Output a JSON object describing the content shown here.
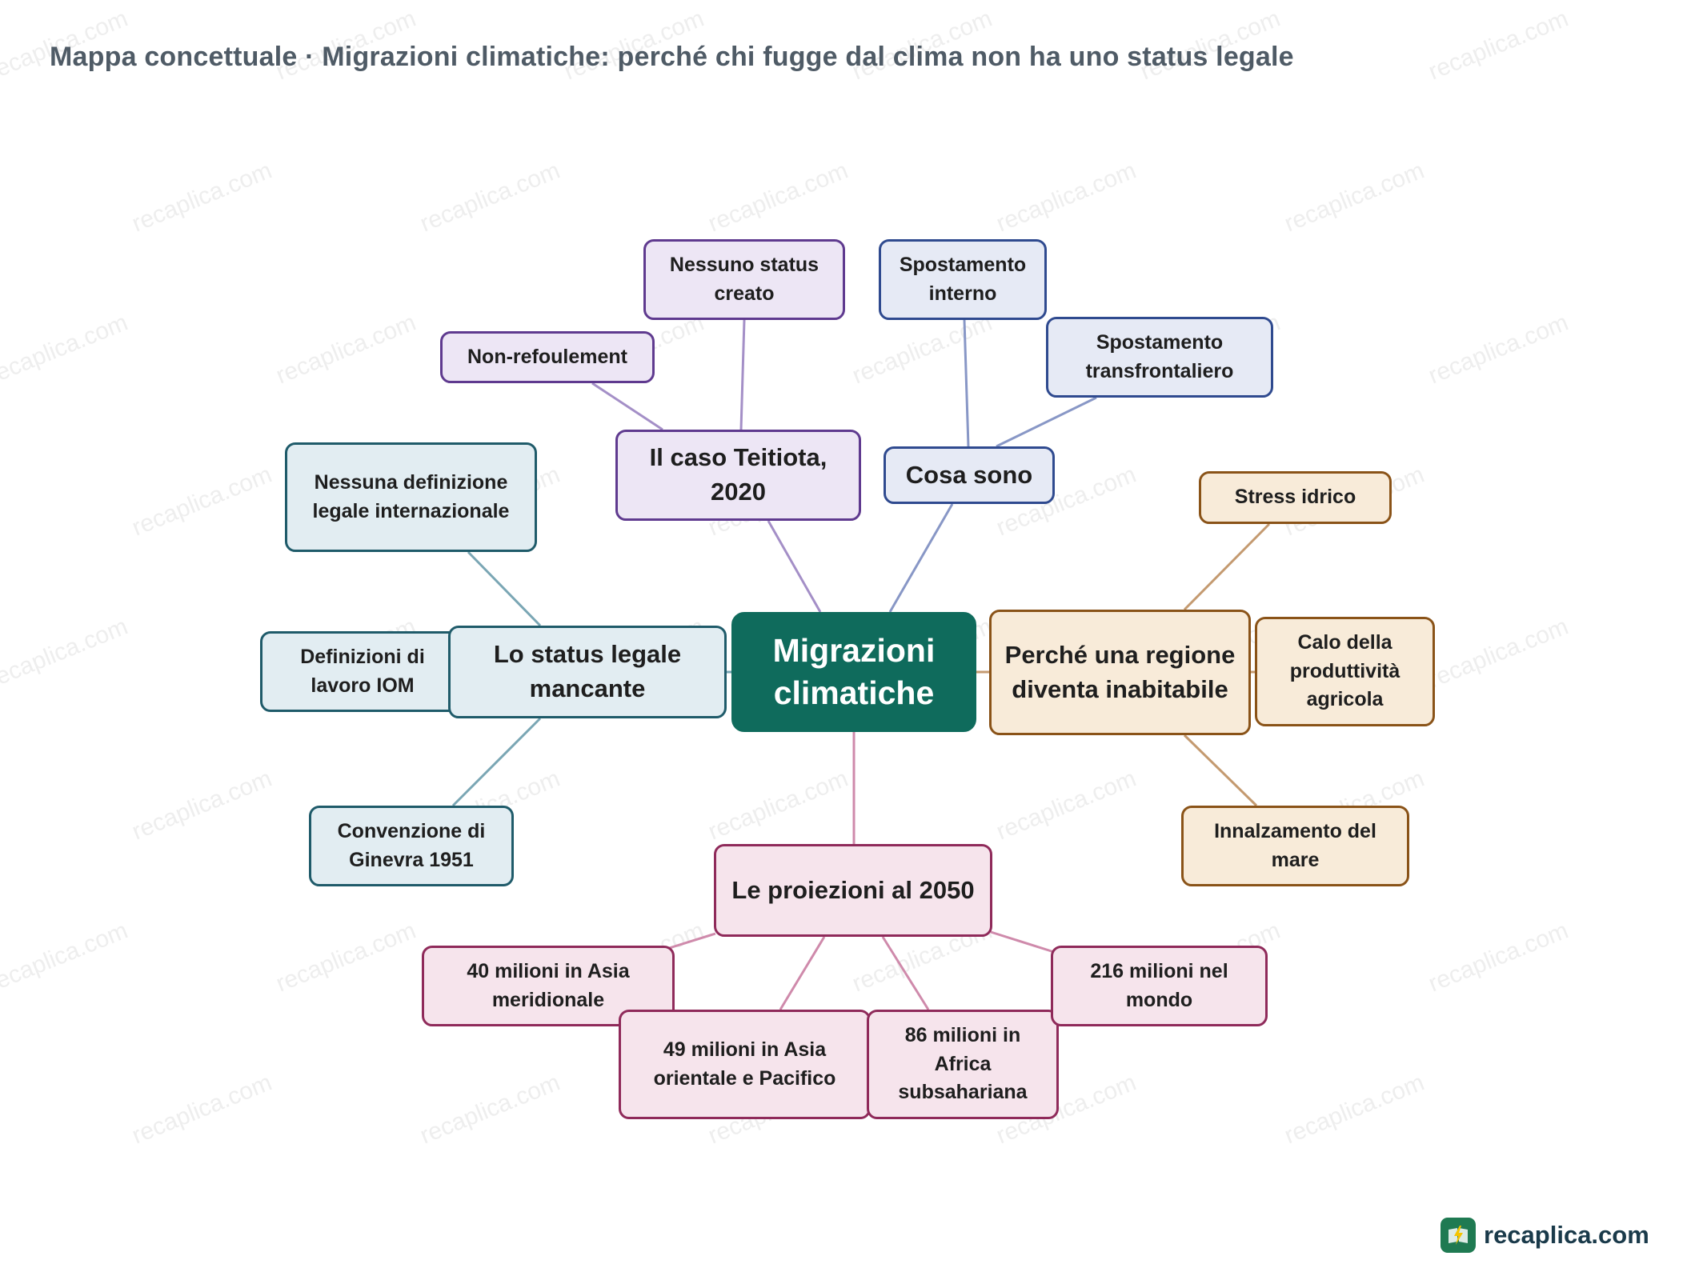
{
  "header": {
    "title": "Mappa concettuale · Migrazioni climatiche: perché chi fugge dal clima non ha uno status legale"
  },
  "colors": {
    "central": "#0f6b5c",
    "purple": "#5f3a8f",
    "blue": "#2f4a8f",
    "teal": "#1f5b6a",
    "brown": "#8a5318",
    "pink": "#8f2a5a"
  },
  "mindmap": {
    "central": "Migrazioni climatiche",
    "branches": [
      {
        "id": "caso",
        "label": "Il caso Teitiota, 2020",
        "color": "purple",
        "children": [
          "Nessuno status creato",
          "Non-refoulement"
        ]
      },
      {
        "id": "cosa",
        "label": "Cosa sono",
        "color": "blue",
        "children": [
          "Spostamento interno",
          "Spostamento transfrontaliero"
        ]
      },
      {
        "id": "perche",
        "label": "Perché una regione diventa inabitabile",
        "color": "brown",
        "children": [
          "Stress idrico",
          "Calo della produttività agricola",
          "Innalzamento del mare"
        ]
      },
      {
        "id": "status",
        "label": "Lo status legale mancante",
        "color": "teal",
        "children": [
          "Nessuna definizione legale internazionale",
          "Definizioni di lavoro IOM",
          "Convenzione di Ginevra 1951"
        ]
      },
      {
        "id": "proiezioni",
        "label": "Le proiezioni al 2050",
        "color": "pink",
        "children": [
          "40 milioni in Asia meridionale",
          "49 milioni in Asia orientale e Pacifico",
          "86 milioni in Africa subsahariana",
          "216 milioni nel mondo"
        ]
      }
    ]
  },
  "watermark": "recaplica.com",
  "brand": {
    "name": "recaplica.com"
  }
}
